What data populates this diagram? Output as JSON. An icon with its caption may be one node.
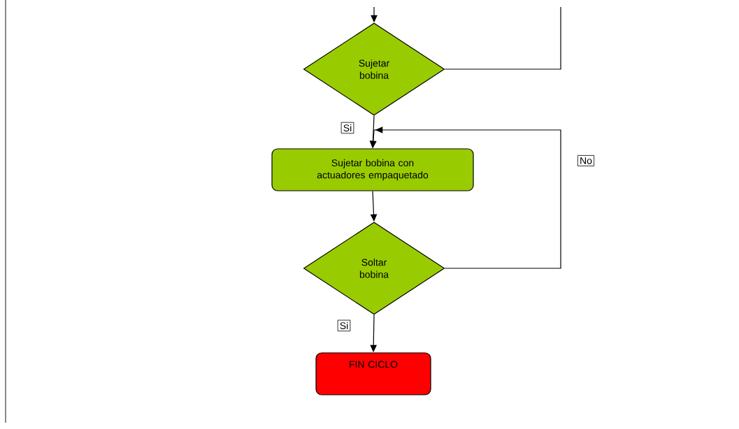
{
  "diagram": {
    "nodes": [
      {
        "text": [
          "Sujetar bobina"
        ]
      },
      {
        "text": [
          "Sujetar bobina con actuadores empaquetado"
        ]
      },
      {
        "text": [
          "Soltar bobina"
        ]
      },
      {
        "text": [
          "FIN CICLO"
        ]
      }
    ],
    "edges": [
      {
        "from": null,
        "to": 0,
        "arrow": "to"
      },
      {
        "from": 0,
        "to": 1,
        "arrow": "to",
        "label": "Si"
      },
      {
        "from": 1,
        "to": 2,
        "arrow": "to"
      },
      {
        "from": 2,
        "to": 3,
        "arrow": "to",
        "label": "Si"
      },
      {
        "from": 2,
        "to": 1,
        "arrow": "to",
        "label": "No"
      },
      {
        "from": 0,
        "to": null,
        "arrow": "none"
      }
    ]
  }
}
